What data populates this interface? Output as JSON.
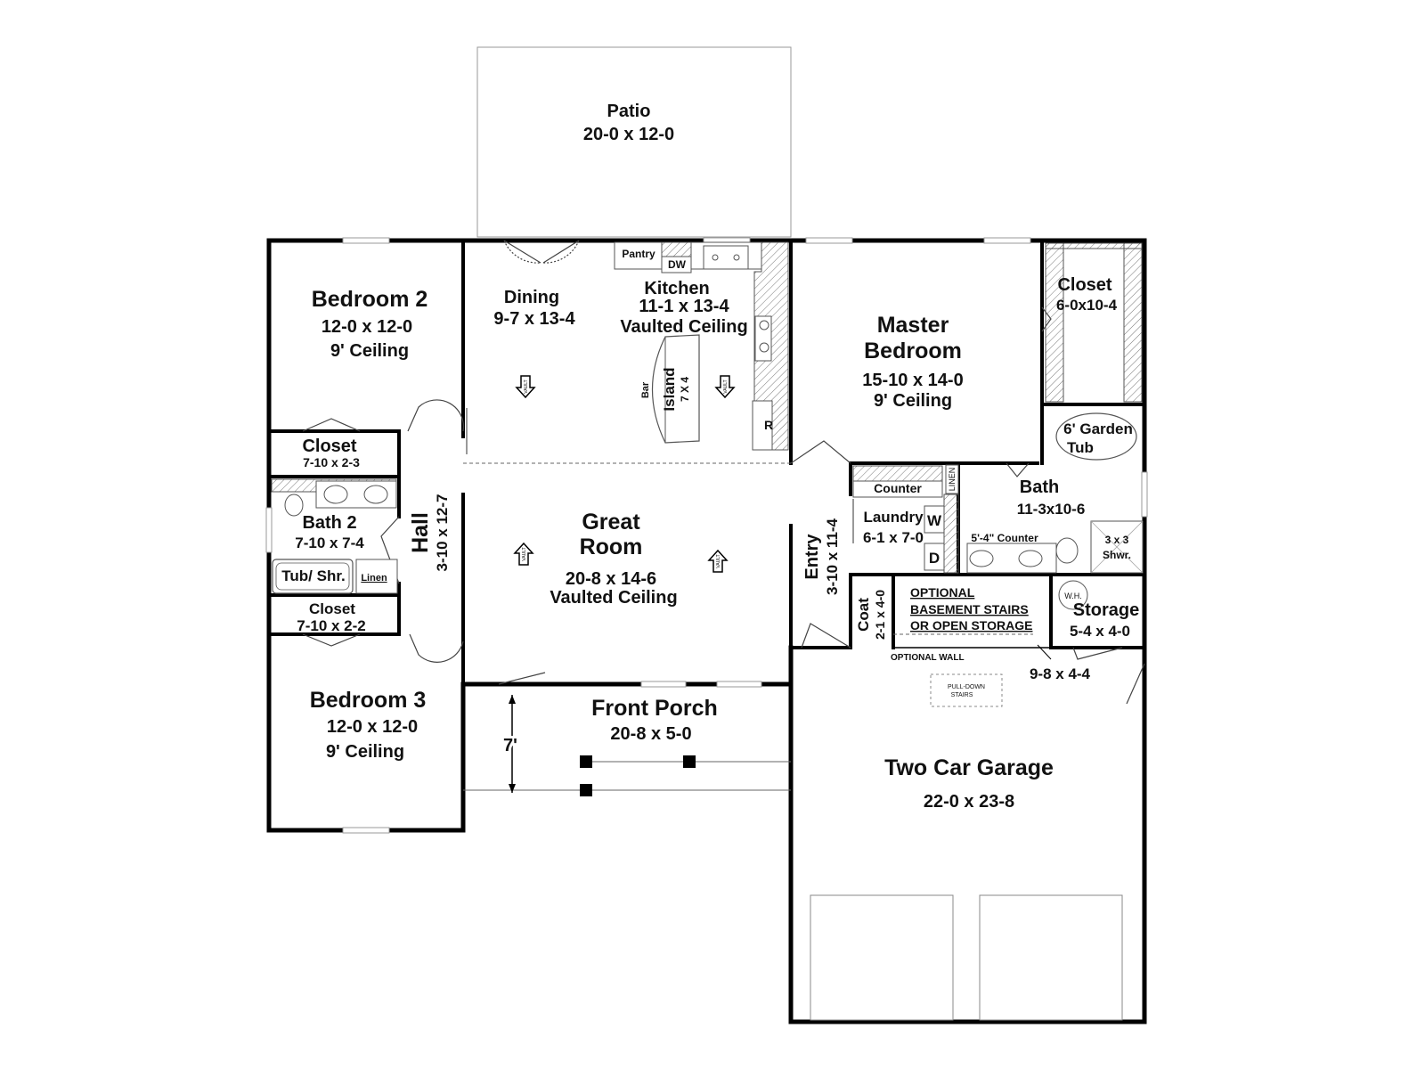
{
  "rooms": {
    "patio": {
      "name": "Patio",
      "dims": "20-0 x 12-0"
    },
    "bedroom2": {
      "name": "Bedroom 2",
      "dims": "12-0 x 12-0",
      "ceiling": "9' Ceiling"
    },
    "dining": {
      "name": "Dining",
      "dims": "9-7 x 13-4"
    },
    "kitchen": {
      "name": "Kitchen",
      "dims": "11-1 x 13-4",
      "ceiling": "Vaulted Ceiling"
    },
    "pantry": {
      "name": "Pantry"
    },
    "dw": {
      "name": "DW"
    },
    "island": {
      "name": "Island",
      "dims": "7 X 4"
    },
    "bar": {
      "name": "Bar"
    },
    "refrigerator": {
      "name": "R"
    },
    "master_bedroom": {
      "name_line1": "Master",
      "name_line2": "Bedroom",
      "dims": "15-10 x 14-0",
      "ceiling": "9' Ceiling"
    },
    "master_closet": {
      "name": "Closet",
      "dims": "6-0x10-4"
    },
    "garden_tub": {
      "line1": "6' Garden",
      "line2": "Tub"
    },
    "closet_bed2": {
      "name": "Closet",
      "dims": "7-10 x 2-3"
    },
    "bath2": {
      "name": "Bath 2",
      "dims": "7-10 x 7-4"
    },
    "tub_shower": {
      "name": "Tub/ Shr."
    },
    "linen_hall": {
      "name": "Linen"
    },
    "hall": {
      "name": "Hall",
      "dims": "3-10 x 12-7"
    },
    "closet_bed3": {
      "name": "Closet",
      "dims": "7-10 x 2-2"
    },
    "great_room": {
      "name_line1": "Great",
      "name_line2": "Room",
      "dims": "20-8 x 14-6",
      "ceiling": "Vaulted Ceiling"
    },
    "entry": {
      "name": "Entry",
      "dims": "3-10 x 11-4"
    },
    "laundry": {
      "name": "Laundry",
      "dims": "6-1 x 7-0",
      "counter": "Counter",
      "washer": "W",
      "dryer": "D"
    },
    "linen_master": {
      "name": "LINEN"
    },
    "master_bath": {
      "name": "Bath",
      "dims": "11-3x10-6",
      "counter": "5'-4\" Counter",
      "shower_line1": "3 x 3",
      "shower_line2": "Shwr."
    },
    "coat": {
      "name": "Coat",
      "dims": "2-1 x 4-0"
    },
    "optional_storage": {
      "line1": "OPTIONAL",
      "line2": "BASEMENT STAIRS",
      "line3": "OR OPEN STORAGE",
      "wall": "OPTIONAL WALL",
      "dims": "9-8 x 4-4"
    },
    "storage": {
      "name": "Storage",
      "dims": "5-4 x 4-0",
      "wh": "W.H."
    },
    "bedroom3": {
      "name": "Bedroom 3",
      "dims": "12-0 x 12-0",
      "ceiling": "9' Ceiling"
    },
    "front_porch": {
      "name": "Front Porch",
      "dims": "20-8 x 5-0",
      "height": "7'"
    },
    "garage": {
      "name": "Two Car Garage",
      "dims": "22-0 x 23-8",
      "stairs_line1": "PULL-DOWN",
      "stairs_line2": "STAIRS"
    }
  },
  "vault_marker": "VAULT"
}
